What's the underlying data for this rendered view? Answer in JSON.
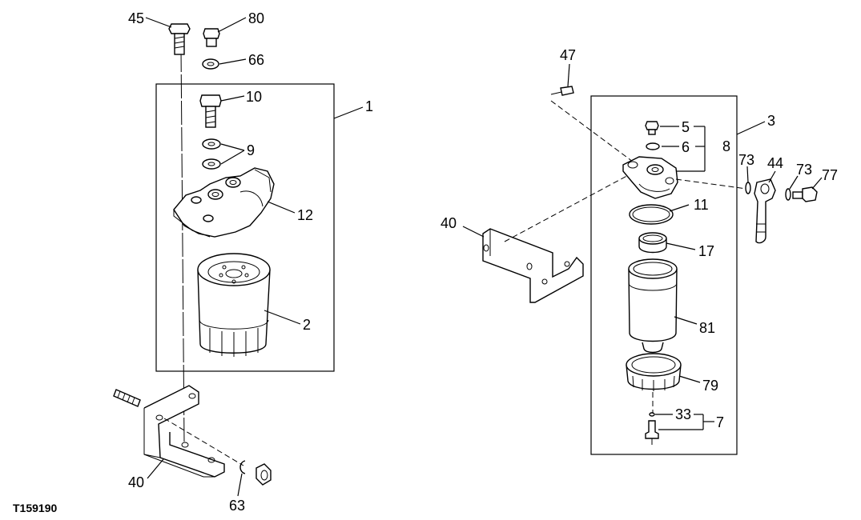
{
  "figure_id": "T159190",
  "callouts": {
    "c45": "45",
    "c80": "80",
    "c66": "66",
    "c10": "10",
    "c1": "1",
    "c9": "9",
    "c12": "12",
    "c2": "2",
    "c40_left": "40",
    "c63": "63",
    "c47": "47",
    "c5": "5",
    "c6": "6",
    "c8": "8",
    "c3": "3",
    "c73_left": "73",
    "c44": "44",
    "c73_right": "73",
    "c77": "77",
    "c40_right": "40",
    "c11": "11",
    "c17": "17",
    "c81": "81",
    "c79": "79",
    "c33": "33",
    "c7": "7"
  },
  "colors": {
    "ink": "#000000",
    "background": "#ffffff"
  }
}
